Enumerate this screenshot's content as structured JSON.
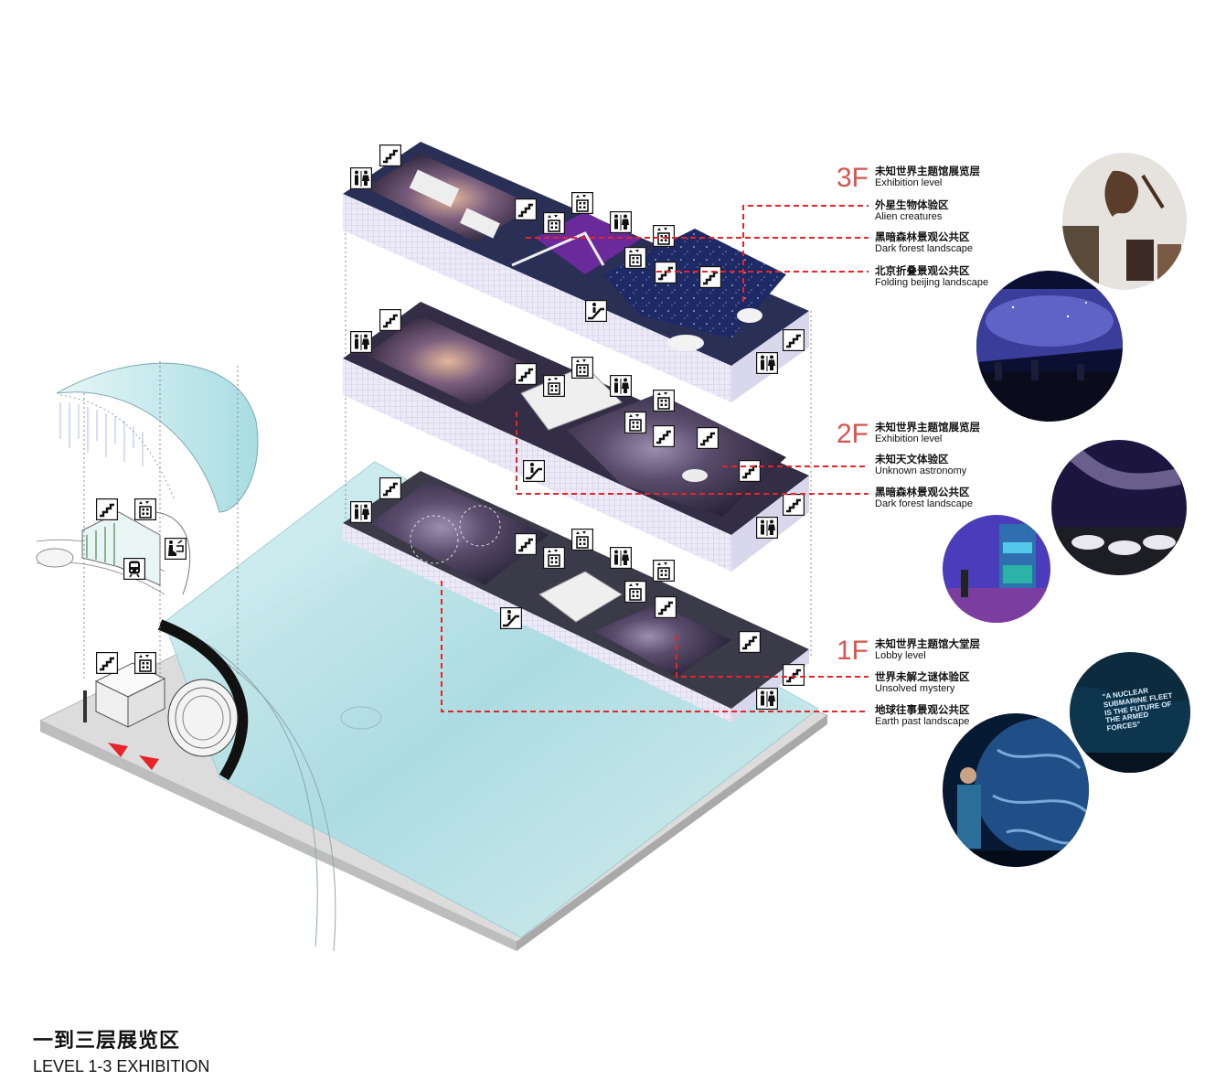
{
  "caption": {
    "title_cn": "一到三层展览区",
    "title_en": "LEVEL 1-3 EXHIBITION"
  },
  "levels": [
    {
      "tag": "3F",
      "items": [
        {
          "cn": "未知世界主题馆展览层",
          "en": "Exhibition level"
        },
        {
          "cn": "外星生物体验区",
          "en": "Alien creatures"
        },
        {
          "cn": "黑暗森林景观公共区",
          "en": "Dark forest landscape"
        },
        {
          "cn": "北京折叠景观公共区",
          "en": "Folding beijing landscape"
        }
      ]
    },
    {
      "tag": "2F",
      "items": [
        {
          "cn": "未知世界主题馆展览层",
          "en": "Exhibition level"
        },
        {
          "cn": "未知天文体验区",
          "en": "Unknown astronomy"
        },
        {
          "cn": "黑暗森林景观公共区",
          "en": "Dark forest landscape"
        }
      ]
    },
    {
      "tag": "1F",
      "items": [
        {
          "cn": "未知世界主题馆大堂层",
          "en": "Lobby level"
        },
        {
          "cn": "世界未解之谜体验区",
          "en": "Unsolved mystery"
        },
        {
          "cn": "地球往事景观公共区",
          "en": "Earth past landscape"
        }
      ]
    }
  ],
  "photo_text": "\"A NUCLEAR SUBMARINE FLEET IS THE FUTURE OF THE ARMED FORCES\"",
  "colors": {
    "leader": "#e8232a",
    "tag": "#d9534f",
    "glass": "#bfe6ea",
    "space": "#2a2540"
  },
  "icons": [
    "stairs-icon",
    "elevator-icon",
    "restroom-icon",
    "escalator-icon",
    "metro-icon",
    "ticket-icon",
    "entrance-arrow-icon"
  ]
}
